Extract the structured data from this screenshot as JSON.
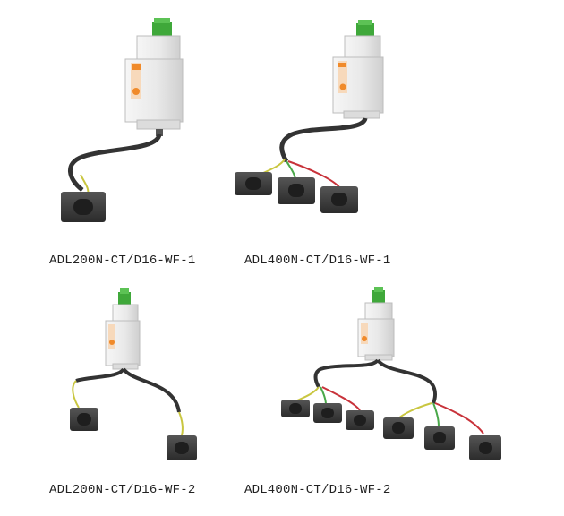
{
  "products": [
    {
      "model": "ADL200N-CT/D16-WF-1"
    },
    {
      "model": "ADL400N-CT/D16-WF-1"
    },
    {
      "model": "ADL200N-CT/D16-WF-2"
    },
    {
      "model": "ADL400N-CT/D16-WF-2"
    }
  ],
  "colors": {
    "meter_body": "#eeeeee",
    "terminal": "#3fa83a",
    "label": "#f08a2a",
    "cable": "#333333",
    "ct": "#3b3b3b",
    "wire_yellow": "#c9c640",
    "wire_green": "#4aa84a",
    "wire_red": "#c8323a"
  }
}
